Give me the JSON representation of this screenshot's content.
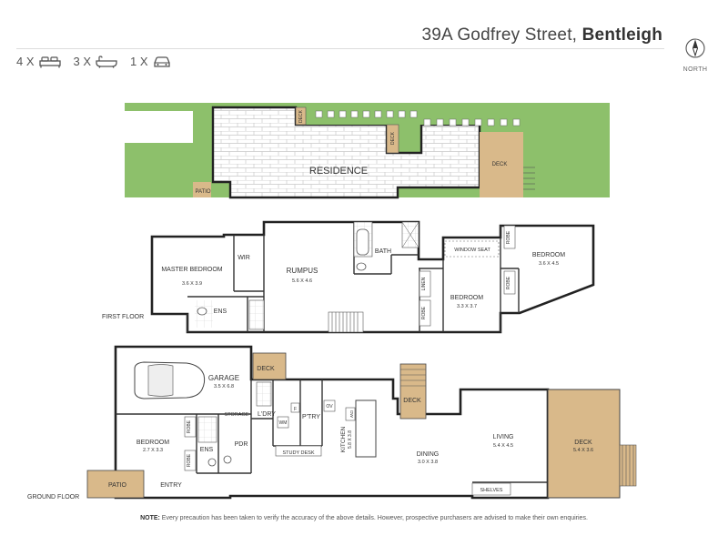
{
  "header": {
    "address": "39A Godfrey Street,",
    "suburb": "Bentleigh",
    "north": "NORTH"
  },
  "stats": [
    {
      "count": "4 X",
      "icon": "bed-icon"
    },
    {
      "count": "3 X",
      "icon": "bath-icon"
    },
    {
      "count": "1 X",
      "icon": "car-icon"
    }
  ],
  "site": {
    "residence": "RESIDENCE",
    "deck": "DECK",
    "patio": "PATIO"
  },
  "first_floor": {
    "label": "FIRST FLOOR",
    "master_bedroom": "MASTER BEDROOM",
    "master_bedroom_dim": "3.6 X 3.9",
    "wir": "WIR",
    "ens": "ENS",
    "rumpus": "RUMPUS",
    "rumpus_dim": "5.6 X 4.6",
    "bath": "BATH",
    "window_seat": "WINDOW SEAT",
    "linen": "LINEN",
    "robe": "ROBE",
    "bedroom2": "BEDROOM",
    "bedroom2_dim": "3.3 X 3.7",
    "bedroom3": "BEDROOM",
    "bedroom3_dim": "3.6 X 4.5"
  },
  "ground_floor": {
    "label": "GROUND FLOOR",
    "garage": "GARAGE",
    "garage_dim": "3.5 X 6.8",
    "deck": "DECK",
    "storage": "STORAGE",
    "ldry": "L'DRY",
    "wm": "WM",
    "f": "F",
    "ptry": "P'TRY",
    "ov": "OV",
    "dw": "DW",
    "kitchen": "KITCHEN",
    "kitchen_dim": "5.8 X 3.8",
    "bedroom": "BEDROOM",
    "bedroom_dim": "2.7 X 3.3",
    "robe": "ROBE",
    "ens": "ENS",
    "pdr": "PDR",
    "study_desk": "STUDY DESK",
    "dining": "DINING",
    "dining_dim": "3.0 X 3.8",
    "living": "LIVING",
    "living_dim": "5.4 X 4.5",
    "deck_dim": "5.4 X 3.6",
    "shelves": "SHELVES",
    "entry": "ENTRY",
    "patio": "PATIO"
  },
  "note": {
    "prefix": "NOTE:",
    "text": " Every precaution has been taken to verify the accuracy of the above details. However, prospective purchasers are advised to make their own enquiries."
  },
  "colors": {
    "grass": "#8dc06b",
    "deck": "#d9b98a",
    "wall": "#222222",
    "paving": "#cccccc"
  }
}
